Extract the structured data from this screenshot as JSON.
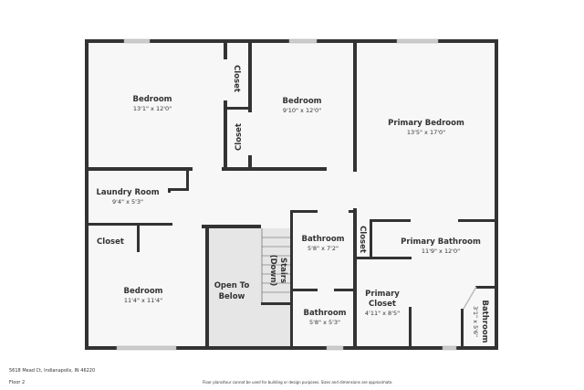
{
  "plan": {
    "rooms": [
      {
        "name": "Bedroom",
        "dims": "13'1\" x 12'0\""
      },
      {
        "name": "Closet",
        "dims": ""
      },
      {
        "name": "Bedroom",
        "dims": "9'10\" x 12'0\""
      },
      {
        "name": "Closet",
        "dims": ""
      },
      {
        "name": "Primary Bedroom",
        "dims": "13'5\" x 17'0\""
      },
      {
        "name": "Laundry Room",
        "dims": "9'4\" x 5'3\""
      },
      {
        "name": "Closet",
        "dims": ""
      },
      {
        "name": "Bathroom",
        "dims": "5'8\" x 7'2\""
      },
      {
        "name": "Closet",
        "dims": ""
      },
      {
        "name": "Primary Bathroom",
        "dims": "11'9\" x 12'0\""
      },
      {
        "name": "Bedroom",
        "dims": "11'4\" x 11'4\""
      },
      {
        "name": "Open To",
        "dims": "Below"
      },
      {
        "name": "Stairs",
        "dims": "(Down)"
      },
      {
        "name": "Bathroom",
        "dims": "5'8\" x 5'3\""
      },
      {
        "name": "Primary",
        "dims": "Closet"
      },
      {
        "name": "4'11\" x 8'5\"",
        "dims": ""
      },
      {
        "name": "Bathroom",
        "dims": "3'1\" x 5'6\""
      }
    ],
    "colors": {
      "wall": "#333333",
      "floor": "#f7f7f7",
      "open_area": "#e6e6e6"
    }
  },
  "footer": {
    "address": "5618 Mead Ct, Indianapolis, IN 46220",
    "floor": "Floor 2",
    "disclaimer": "Floor plans/tour cannot be used for building or design purposes. Sizes and dimensions are approximate."
  }
}
